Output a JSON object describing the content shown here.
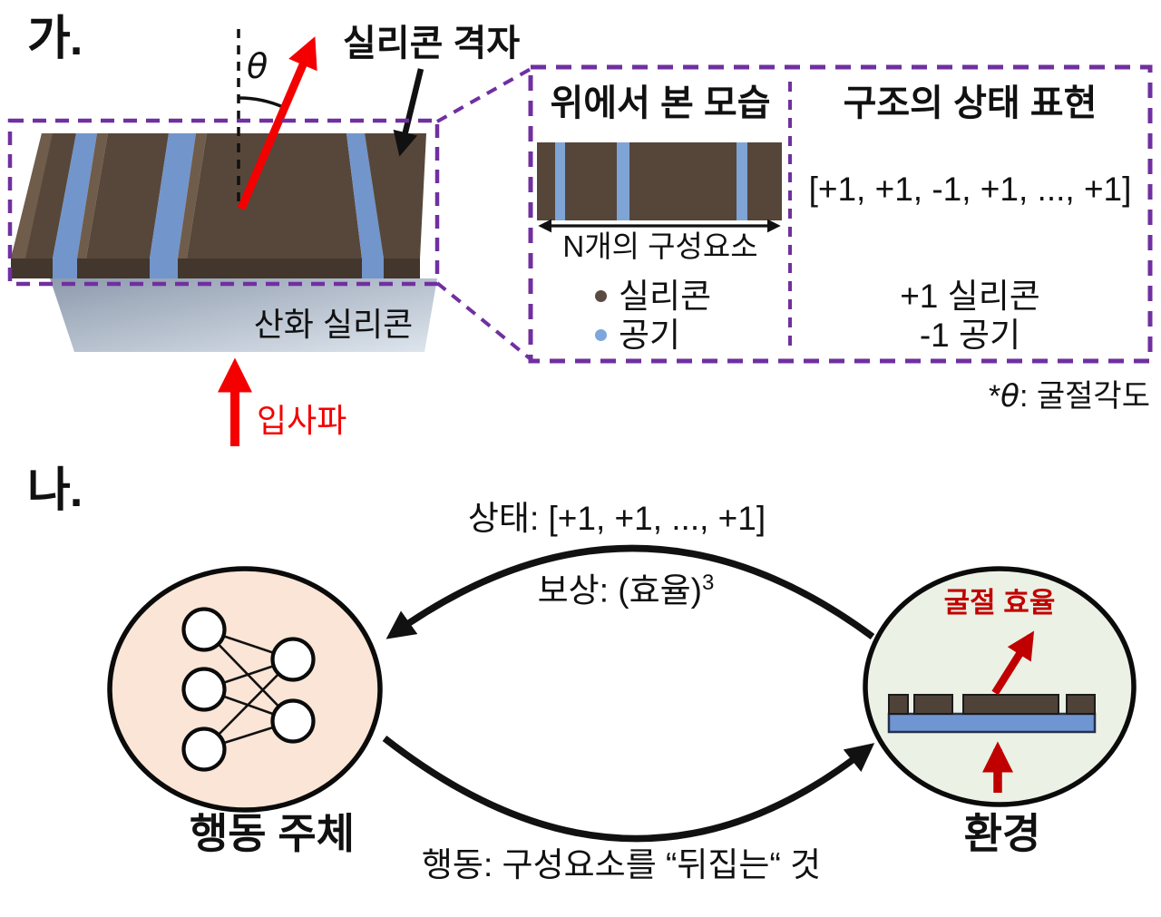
{
  "panel_a": {
    "label": "가.",
    "theta_symbol": "θ",
    "grating_label": "실리콘 격자",
    "substrate_label": "산화 실리콘",
    "incident_wave_label": "입사파",
    "inset": {
      "top_view_title": "위에서 본 모습",
      "state_title": "구조의 상태 표현",
      "state_vector": "[+1, +1, -1, +1, ..., +1]",
      "n_elements_label": "N개의 구성요소",
      "legend": [
        {
          "label": "실리콘",
          "color": "#5A4A41"
        },
        {
          "label": "공기",
          "color": "#7DA7DB"
        }
      ],
      "mapping": [
        "+1 실리콘",
        "-1 공기"
      ]
    },
    "footnote": {
      "prefix": "*",
      "theta": "θ",
      "rest": ": 굴절각도"
    }
  },
  "panel_b": {
    "label": "나.",
    "state_message": "상태: [+1, +1, ..., +1]",
    "reward_base": "보상: (효율)",
    "reward_exponent": "3",
    "action_message": "행동: 구성요소를 “뒤집는“ 것",
    "agent_label": "행동 주체",
    "env_label": "환경",
    "efficiency_label": "굴절 효율"
  },
  "colors": {
    "dashed_box_purple": "#7030A0",
    "incident_red": "#F40000",
    "dark_red": "#C00000",
    "silicon_brown_top": "#57473A",
    "silicon_brown_front": "#42362D",
    "silicon_brown_light": "#6F5C4A",
    "air_blue": "#7295CB",
    "inset_air_blue": "#7FA4D6",
    "substrate_grad_start": "#8E9BAE",
    "substrate_grad_end": "#DEE5ED",
    "agent_fill": "#FAE5D6",
    "env_fill": "#EBF1E4",
    "env_substrate_blue": "#6F96D2",
    "env_block_brown": "#4F4238"
  }
}
